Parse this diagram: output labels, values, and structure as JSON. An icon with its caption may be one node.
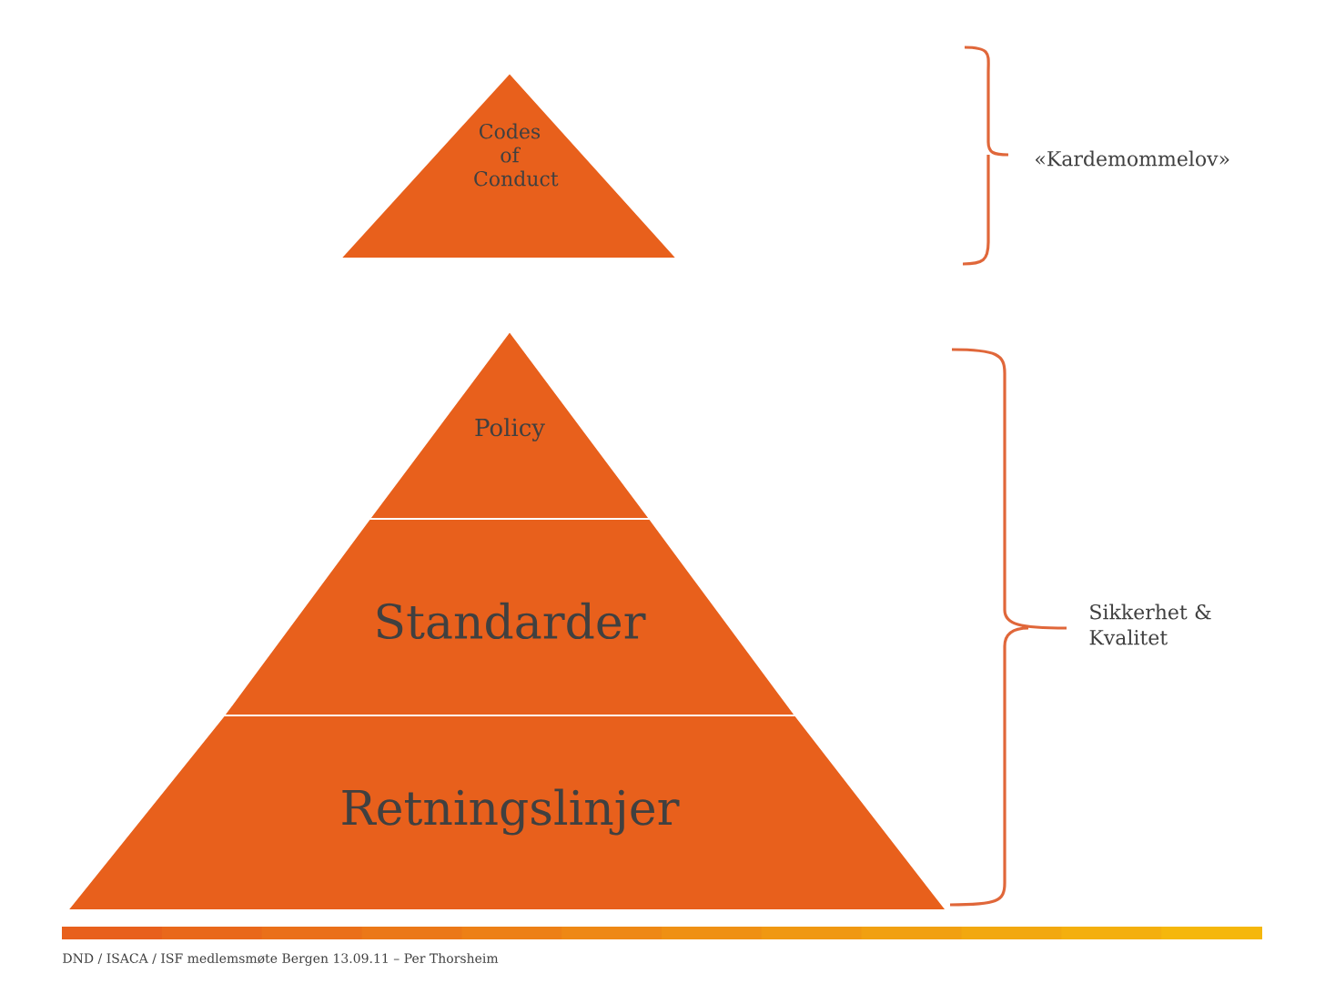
{
  "diagram": {
    "nodes": [
      {
        "text": [
          "Codes of Conduct"
        ]
      },
      {
        "text": [
          "Policy"
        ]
      },
      {
        "text": [
          "Standarder"
        ]
      },
      {
        "text": [
          "Retningslinjer"
        ]
      }
    ],
    "labels": [
      "«Kardemommelov»",
      "Sikkerhet & Kvalitet",
      "DND / ISACA / ISF medlemsmøte Bergen 13.09.11 – Per Thorsheim"
    ]
  }
}
